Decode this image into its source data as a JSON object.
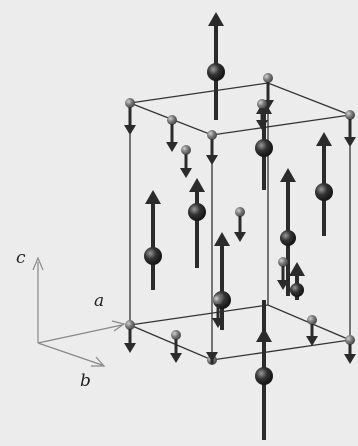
{
  "figure": {
    "background": "#ececec",
    "frame_color": "#333333",
    "arrow_color": "#2b2b2b",
    "atom_color": "#1e1e1e",
    "small_atom_color": "#6a6a6a"
  },
  "axes": {
    "a_label": "a",
    "b_label": "b",
    "c_label": "c"
  }
}
